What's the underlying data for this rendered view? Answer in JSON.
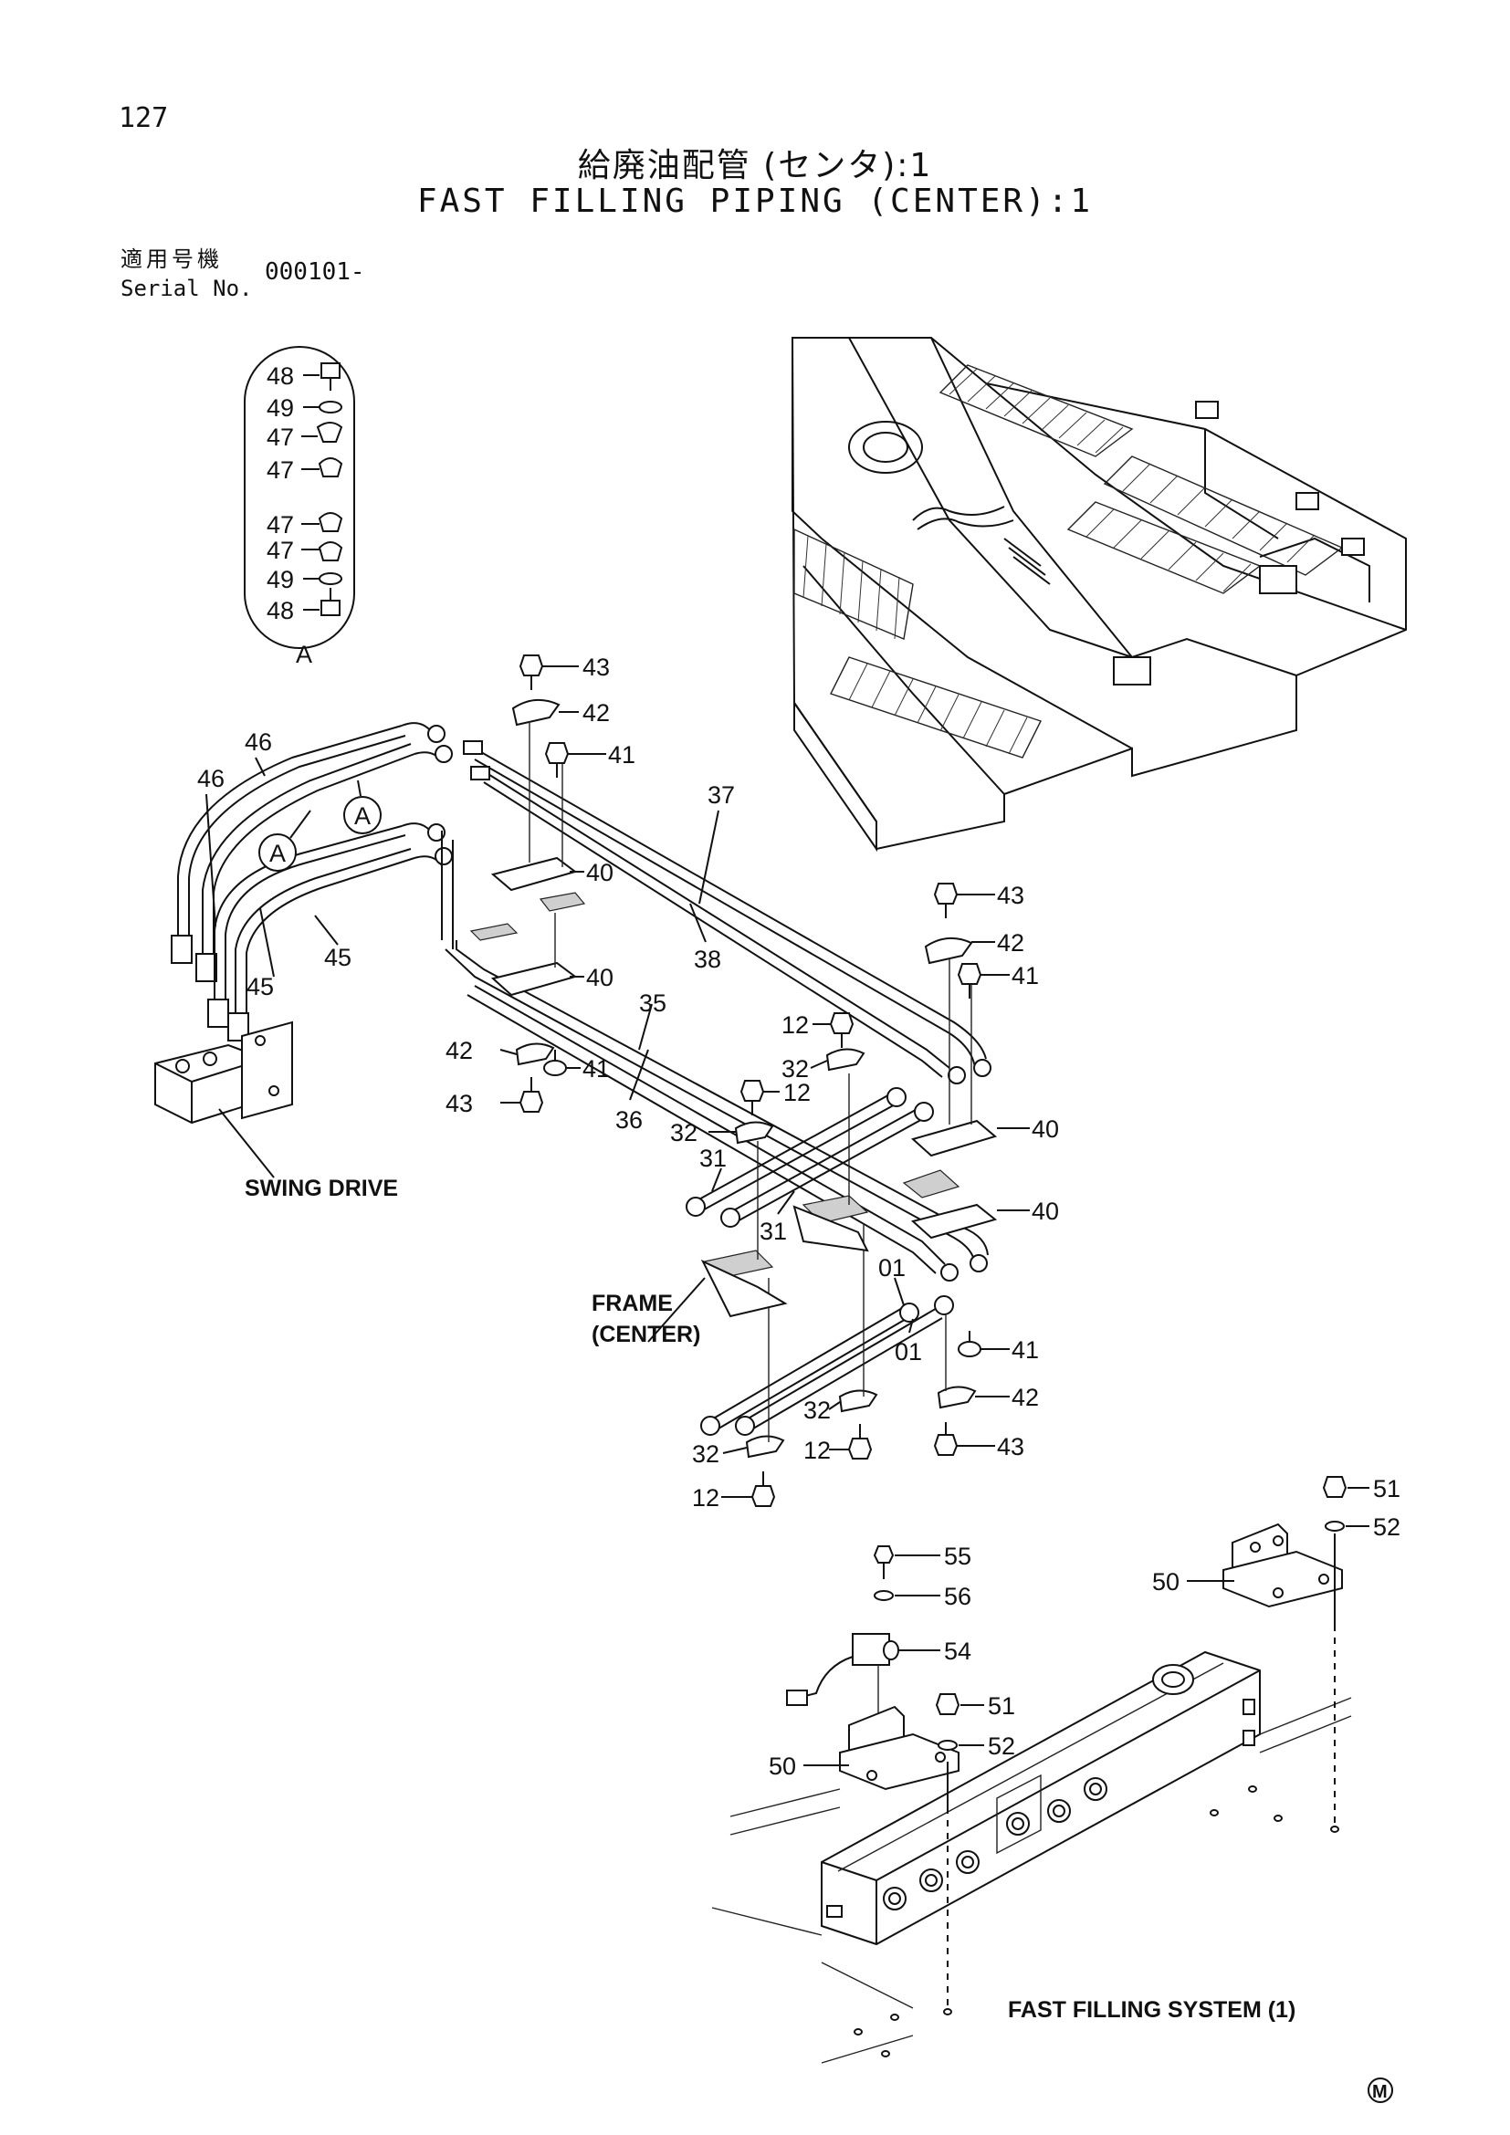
{
  "page_number": "127",
  "title_jp": "給廃油配管 (センタ):1",
  "title_en": "FAST FILLING PIPING (CENTER):1",
  "serial": {
    "label_jp": "適用号機",
    "label_en": "Serial No.",
    "value": "000101-"
  },
  "detail_a": {
    "callout": "A",
    "parts": [
      "48",
      "49",
      "47",
      "47",
      "47",
      "47",
      "49",
      "48"
    ]
  },
  "callouts": {
    "p43a": "43",
    "p42a": "42",
    "p41a": "41",
    "p46a": "46",
    "p46b": "46",
    "p37": "37",
    "p38": "38",
    "p40a": "40",
    "p40b": "40",
    "p45a": "45",
    "p45b": "45",
    "p43b": "43",
    "p42b": "42",
    "p41b": "41",
    "p35": "35",
    "p36": "36",
    "p42c": "42",
    "p41c": "41",
    "p43c": "43",
    "p12a": "12",
    "p32a": "32",
    "p12b": "12",
    "p32b": "32",
    "p40c": "40",
    "p40d": "40",
    "p31a": "31",
    "p31b": "31",
    "p01a": "01",
    "p01b": "01",
    "p41d": "41",
    "p42d": "42",
    "p32c": "32",
    "p12c": "12",
    "p43d": "43",
    "p32d": "32",
    "p12d": "12",
    "p51a": "51",
    "p52a": "52",
    "p50a": "50",
    "p55": "55",
    "p56": "56",
    "p54": "54",
    "p51b": "51",
    "p52b": "52",
    "p50b": "50",
    "circle_a1": "A",
    "circle_a2": "A"
  },
  "captions": {
    "swing_drive": "SWING DRIVE",
    "frame_line1": "FRAME",
    "frame_line2": "(CENTER)",
    "fast_filling_system": "FAST FILLING SYSTEM (1)"
  },
  "corner_mark": "M"
}
